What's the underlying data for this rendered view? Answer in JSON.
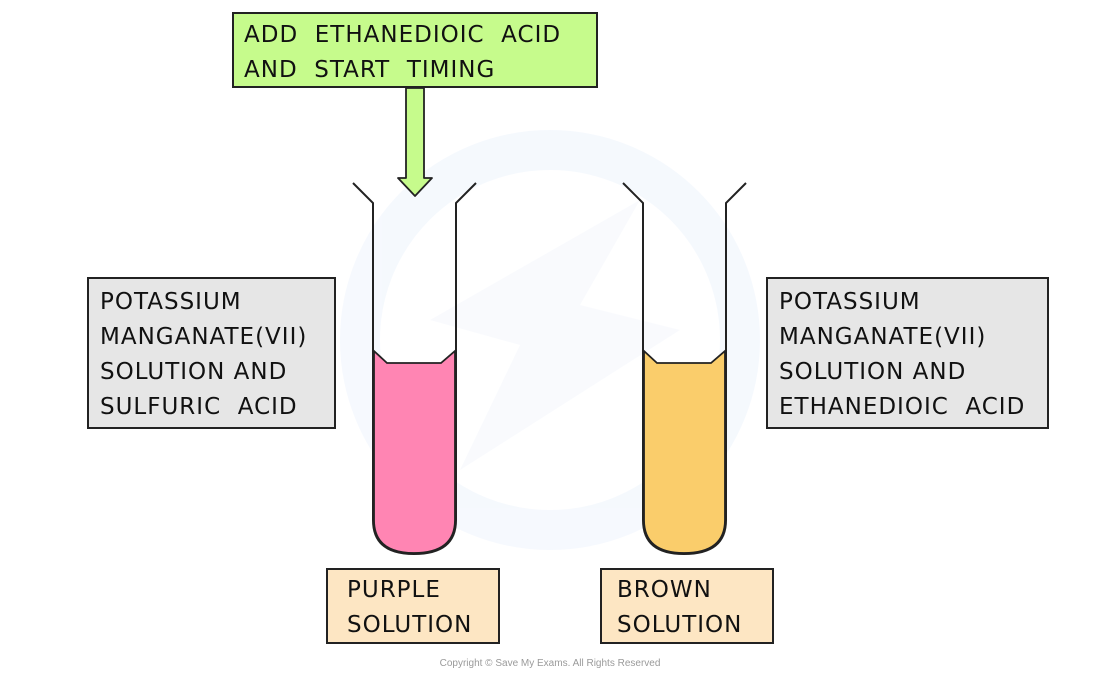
{
  "instruction": {
    "lines": [
      "ADD  ETHANEDIOIC  ACID",
      "AND  START  TIMING"
    ],
    "color": "#c6fb8c"
  },
  "left_label": {
    "lines": [
      "POTASSIUM",
      "MANGANATE(VII)",
      "SOLUTION AND",
      "SULFURIC  ACID"
    ]
  },
  "right_label": {
    "lines": [
      "POTASSIUM",
      "MANGANATE(VII)",
      "SOLUTION AND",
      "ETHANEDIOIC  ACID"
    ]
  },
  "tubes": [
    {
      "name": "purple",
      "liquid_color": "#ff85b3",
      "result_lines": [
        "PURPLE",
        "SOLUTION"
      ]
    },
    {
      "name": "brown",
      "liquid_color": "#facd6b",
      "result_lines": [
        "BROWN",
        "SOLUTION"
      ]
    }
  ],
  "label_colors": {
    "reagent_box": "#e6e6e6",
    "result_box": "#fde6c3"
  },
  "copyright": "Copyright © Save My Exams. All Rights Reserved"
}
